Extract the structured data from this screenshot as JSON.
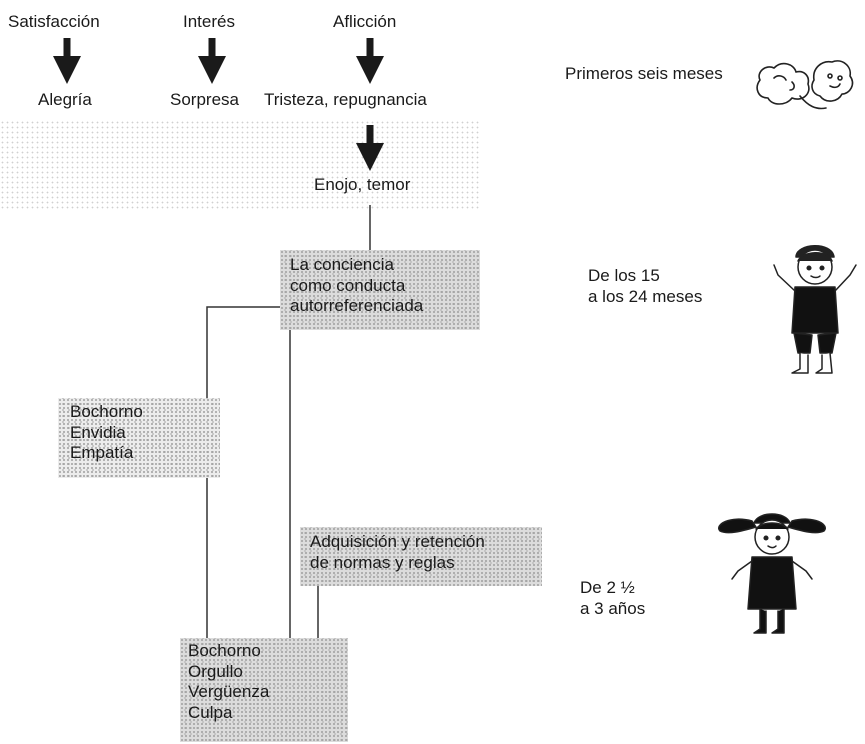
{
  "primary_emotions": {
    "satisfaccion": "Satisfacción",
    "alegria": "Alegría",
    "interes": "Interés",
    "sorpresa": "Sorpresa",
    "afliccion": "Aflicción",
    "tristeza": "Tristeza, repugnancia",
    "enojo": "Enojo, temor"
  },
  "stage_labels": {
    "first": "Primeros seis meses",
    "second": "De los 15\na los 24 meses",
    "third": "De 2 ½\na 3 años"
  },
  "nodes": {
    "conciencia": "La conciencia\ncomo conducta\nautorreferenciada",
    "emotions_1": "Bochorno\nEnvidia\nEmpatía",
    "normas": "Adquisición y retención\nde normas y reglas",
    "emotions_2": "Bochorno\nOrgullo\nVergüenza\nCulpa"
  },
  "colors": {
    "ink": "#1a1a1a",
    "stipple": "#dcdcdc",
    "line": "#333333"
  },
  "illustrations": [
    "infant-illustration",
    "toddler-illustration",
    "girl-illustration"
  ]
}
